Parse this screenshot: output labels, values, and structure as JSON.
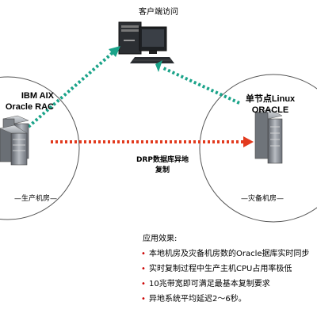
{
  "client": {
    "label": "客户端访问"
  },
  "left_site": {
    "title_line1": "IBM AIX",
    "title_line2": "Oracle RAC",
    "room_label": "—生产机房—"
  },
  "right_site": {
    "title_line1": "单节点Linux",
    "title_line2": "ORACLE",
    "room_label": "—灾备机房—"
  },
  "replication": {
    "line1": "DRP数据库异地",
    "line2": "复制"
  },
  "effects": {
    "title": "应用效果:",
    "items": [
      "本地机房及灾备机房数的Oracle据库实时同步",
      "实时复制过程中生产主机CPU占用率极低",
      "10兆带宽即可满足最基本复制要求",
      "异地系统平均延迟2～6秒。"
    ]
  },
  "colors": {
    "teal_arrow": "#1aa389",
    "red_arrow": "#e23a1e",
    "circle": "#555555"
  }
}
